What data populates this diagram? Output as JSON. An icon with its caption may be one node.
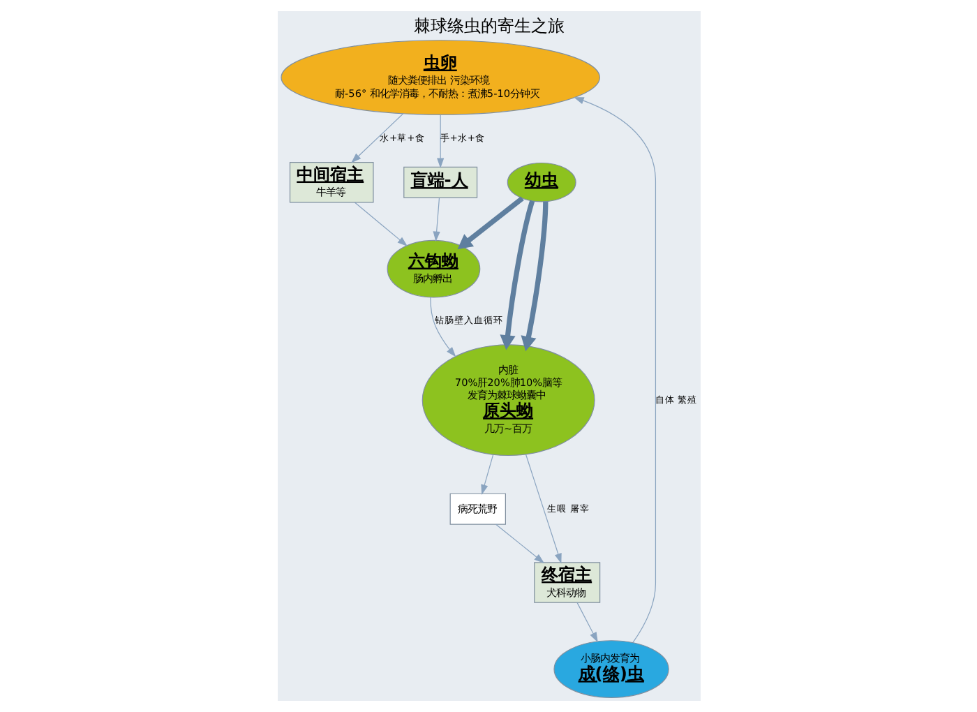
{
  "diagram": {
    "title": "棘球绦虫的寄生之旅",
    "nodes": [
      {
        "text": [
          "虫卵",
          "随犬粪便排出 污染环境",
          "耐-56° 和化学消毒，不耐热：煮沸5-10分钟灭"
        ]
      },
      {
        "text": [
          "中间宿主",
          "牛羊等"
        ]
      },
      {
        "text": [
          "盲端-人"
        ]
      },
      {
        "text": [
          "六钩蚴",
          "肠内孵出"
        ]
      },
      {
        "text": [
          "内脏",
          "70%肝20%肺10%脑等",
          "发育为棘球蚴囊中",
          "原头蚴",
          "几万~百万"
        ]
      },
      {
        "text": [
          "幼虫"
        ]
      },
      {
        "text": [
          "病死荒野"
        ]
      },
      {
        "text": [
          "终宿主",
          "犬科动物"
        ]
      },
      {
        "text": [
          "小肠内发育为",
          "成(绦)虫"
        ]
      }
    ],
    "edges": [
      {
        "from": 0,
        "to": 1,
        "arrow": "to",
        "label": "水+草+食"
      },
      {
        "from": 0,
        "to": 2,
        "arrow": "to",
        "label": "手+水+食"
      },
      {
        "from": 1,
        "to": 3,
        "arrow": "to"
      },
      {
        "from": 2,
        "to": 3,
        "arrow": "to"
      },
      {
        "from": 3,
        "to": 4,
        "arrow": "to",
        "label": "钻肠壁入血循环"
      },
      {
        "from": 5,
        "to": 3,
        "arrow": "to",
        "style": "thick"
      },
      {
        "from": 5,
        "to": 4,
        "arrow": "to",
        "style": "thick"
      },
      {
        "from": 5,
        "to": 4,
        "arrow": "to",
        "style": "thick"
      },
      {
        "from": 4,
        "to": 6,
        "arrow": "to"
      },
      {
        "from": 6,
        "to": 7,
        "arrow": "to"
      },
      {
        "from": 4,
        "to": 7,
        "arrow": "to",
        "label": "生喂 屠宰"
      },
      {
        "from": 7,
        "to": 8,
        "arrow": "to"
      },
      {
        "from": 8,
        "to": 0,
        "arrow": "to",
        "label": "自体 繁殖"
      }
    ]
  }
}
